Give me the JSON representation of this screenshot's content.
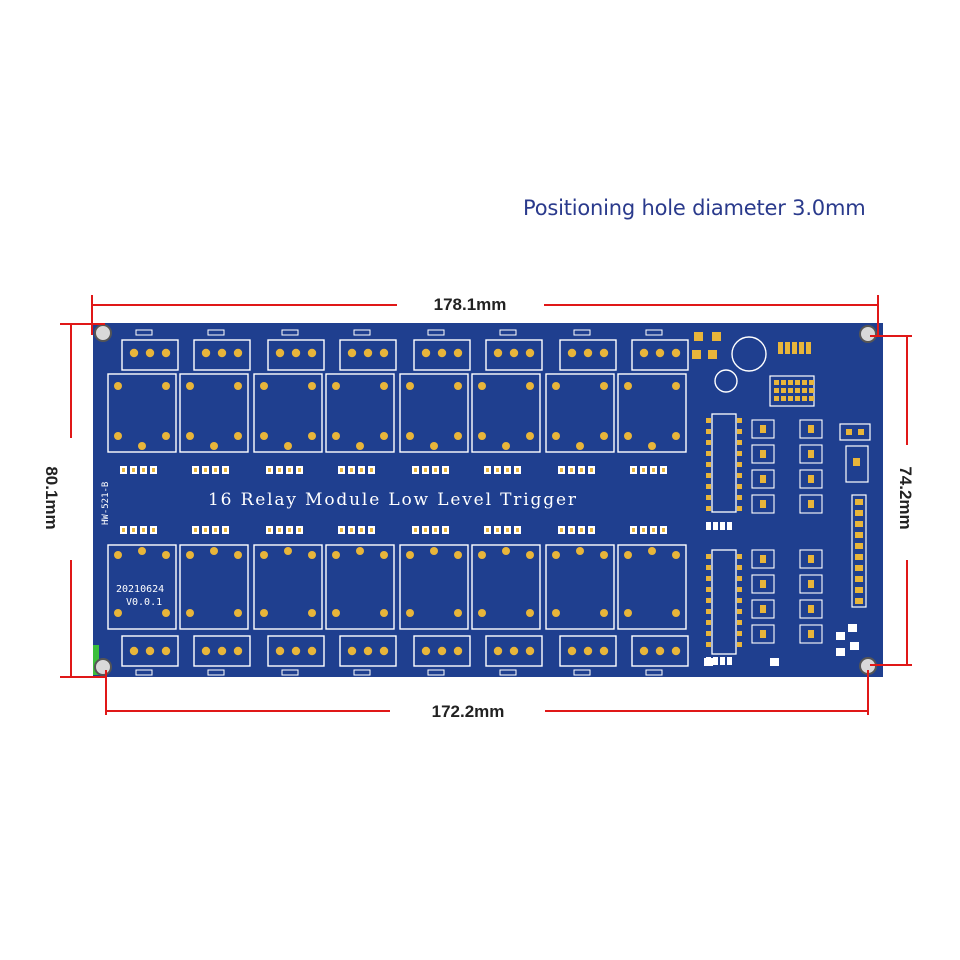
{
  "caption": "Positioning hole diameter 3.0mm",
  "dimensions": {
    "top_width": "178.1mm",
    "bottom_width": "172.2mm",
    "left_height": "80.1mm",
    "right_height": "74.2mm"
  },
  "board": {
    "title": "16 Relay Module  Low Level Trigger",
    "model": "HW-521-B",
    "date_code": "20210624",
    "version": "V0.0.1"
  },
  "colors": {
    "board": "#1f3f8f",
    "silkscreen": "#ffffff",
    "pad": "#e8b53a",
    "dimension_line": "#e01818",
    "caption": "#2a3a8c"
  }
}
